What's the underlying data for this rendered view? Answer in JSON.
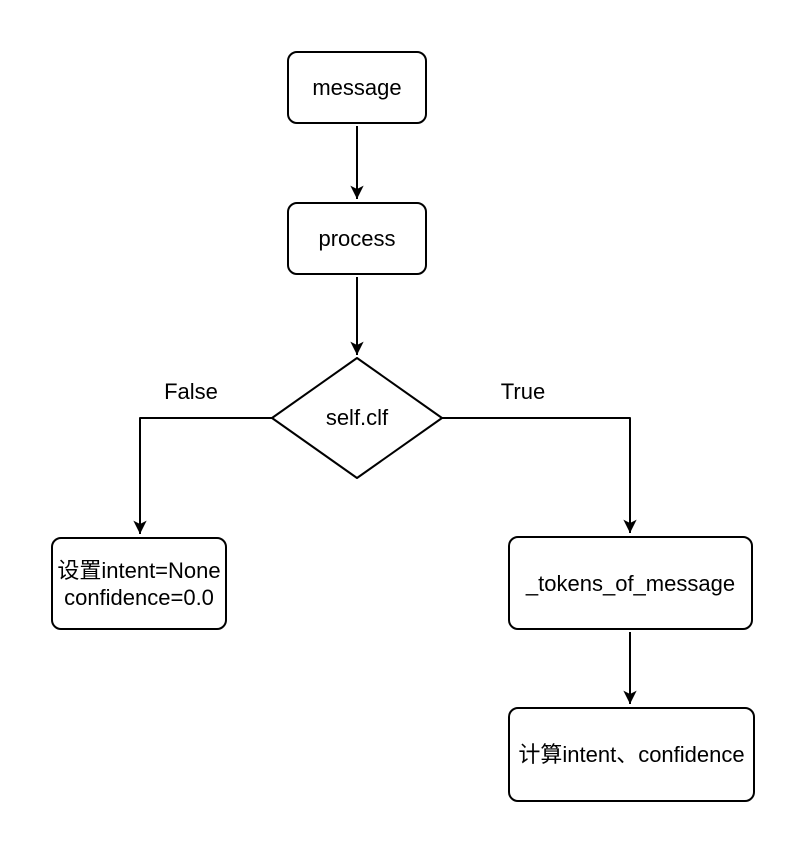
{
  "colors": {
    "stroke": "#000000",
    "node_fill": "#ffffff",
    "text": "#000000",
    "background": "#ffffff"
  },
  "flowchart": {
    "nodes": {
      "message": {
        "label": "message",
        "shape": "rounded-rectangle"
      },
      "process": {
        "label": "process",
        "shape": "rounded-rectangle"
      },
      "decision": {
        "label": "self.clf",
        "shape": "diamond"
      },
      "set_defaults": {
        "line1": "设置intent=None",
        "line2": "confidence=0.0",
        "shape": "rounded-rectangle"
      },
      "tokenize": {
        "label": "_tokens_of_message",
        "shape": "rounded-rectangle"
      },
      "compute": {
        "label": "计算intent、confidence",
        "shape": "rounded-rectangle"
      }
    },
    "edges": [
      {
        "from": "message",
        "to": "process",
        "label": ""
      },
      {
        "from": "process",
        "to": "decision",
        "label": ""
      },
      {
        "from": "decision",
        "to": "set_defaults",
        "label": "False"
      },
      {
        "from": "decision",
        "to": "tokenize",
        "label": "True"
      },
      {
        "from": "tokenize",
        "to": "compute",
        "label": ""
      }
    ]
  }
}
